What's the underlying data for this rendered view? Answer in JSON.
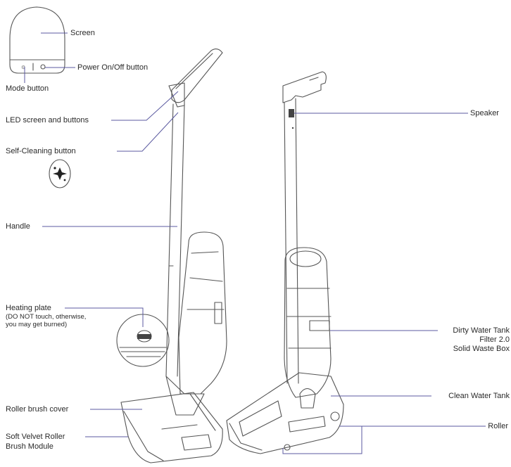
{
  "labels": {
    "screen": "Screen",
    "power_button": "Power On/Off button",
    "mode_button": "Mode button",
    "led_screen_buttons": "LED screen and buttons",
    "self_cleaning_button": "Self-Cleaning button",
    "handle": "Handle",
    "heating_plate": "Heating plate",
    "heating_plate_note_1": "(DO NOT touch, otherwise,",
    "heating_plate_note_2": "you may get burned)",
    "roller_brush_cover": "Roller brush cover",
    "soft_velvet_1": "Soft Velvet Roller",
    "soft_velvet_2": "Brush Module",
    "speaker": "Speaker",
    "dirty_water_tank": "Dirty Water Tank",
    "filter": "Filter 2.0",
    "solid_waste_box": "Solid Waste Box",
    "clean_water_tank": "Clean Water Tank",
    "roller": "Roller"
  },
  "colors": {
    "leader_line": "#5b5aa0",
    "outline": "#555555"
  }
}
